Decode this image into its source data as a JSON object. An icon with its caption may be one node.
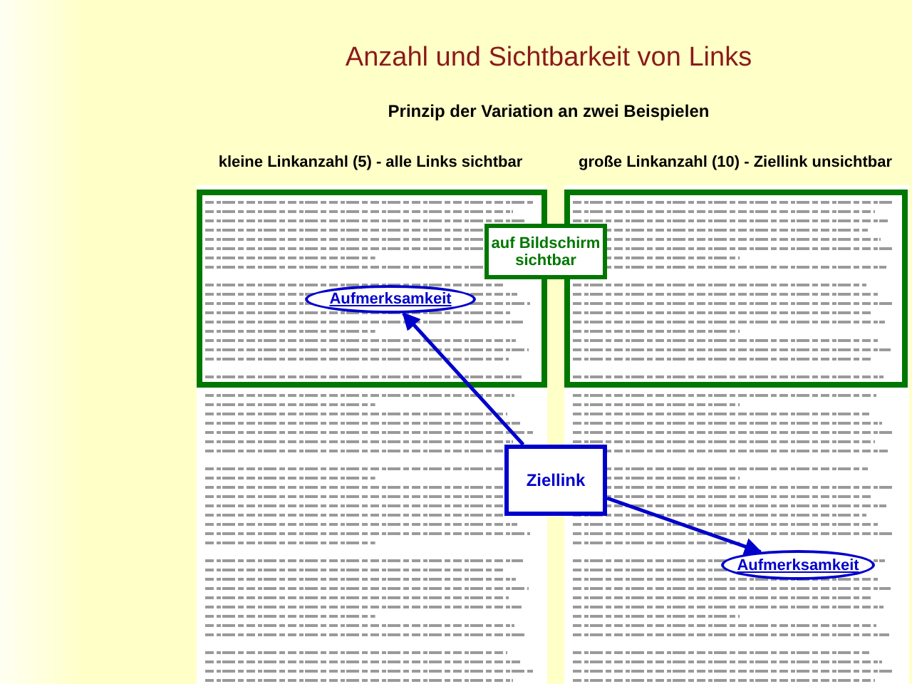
{
  "diagram": {
    "title": "Anzahl und Sichtbarkeit von Links",
    "nodes": [
      {
        "text": [
          "auf Bildschirm sichtbar"
        ]
      },
      {
        "text": [
          "Aufmerksamkeit"
        ]
      },
      {
        "text": [
          "Ziellink"
        ]
      },
      {
        "text": [
          "Aufmerksamkeit"
        ]
      }
    ],
    "edges": [
      {
        "from": 2,
        "to": 1,
        "arrow": "to"
      },
      {
        "from": 2,
        "to": 3,
        "arrow": "to"
      }
    ],
    "labels": [
      "Prinzip der Variation an zwei Beispielen",
      "kleine Linkanzahl (5) -  alle Links sichtbar",
      "große Linkanzahl (10) -  Ziellink unsichtbar"
    ]
  }
}
